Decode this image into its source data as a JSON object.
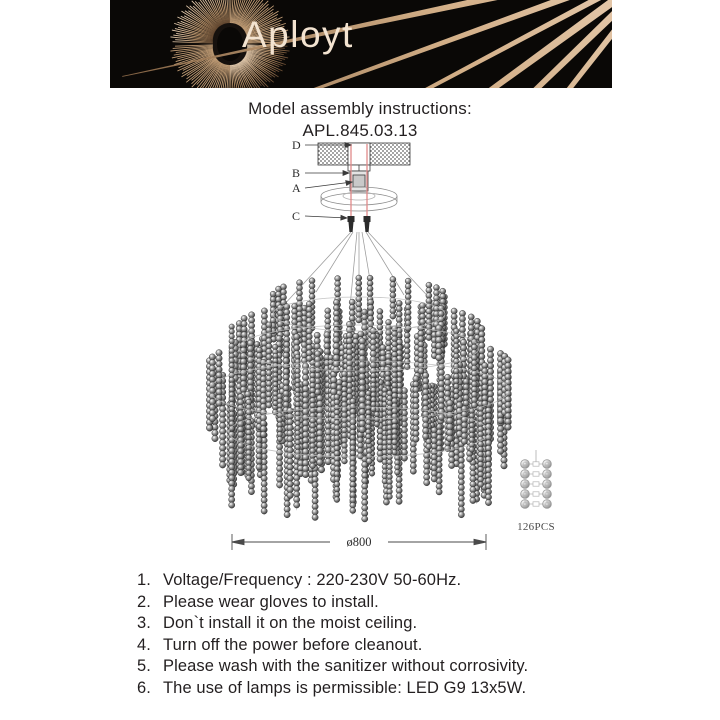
{
  "brand": {
    "name": "Aployt",
    "logo_icon": "sunburst-circle-icon",
    "banner_bg": "#0a0806",
    "ray_color": "#e8c9a0",
    "text_color": "#f3e3d0"
  },
  "title": {
    "line1": "Model assembly instructions:",
    "line2": "APL.845.03.13"
  },
  "diagram": {
    "callouts": [
      {
        "id": "D",
        "label": "D"
      },
      {
        "id": "B",
        "label": "B"
      },
      {
        "id": "A",
        "label": "A"
      },
      {
        "id": "C",
        "label": "C"
      }
    ],
    "dimension": {
      "label": "ø800"
    },
    "product_icon": "crystal-bead-chandelier-icon",
    "ceiling_icon": "hatched-ceiling-icon",
    "canopy_icon": "ceiling-canopy-icon"
  },
  "parts": {
    "count_label": "126PCS",
    "part_icon": "crystal-bead-strand-icon"
  },
  "instructions": {
    "items": [
      {
        "num": "1.",
        "text": "Voltage/Frequency : 220-230V 50-60Hz."
      },
      {
        "num": "2.",
        "text": "Please wear gloves to install."
      },
      {
        "num": "3.",
        "text": "Don`t install it on the moist ceiling."
      },
      {
        "num": "4.",
        "text": "Turn off the power before cleanout."
      },
      {
        "num": "5.",
        "text": "Please wash with the sanitizer without corrosivity."
      },
      {
        "num": "6.",
        "text": "The use of lamps is permissible: LED G9 13x5W."
      }
    ]
  }
}
